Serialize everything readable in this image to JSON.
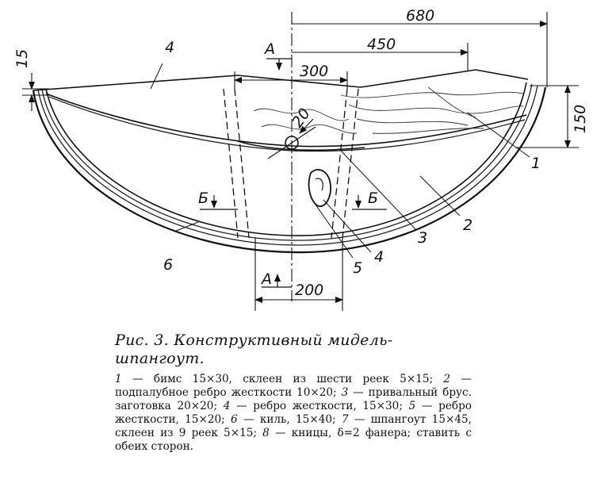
{
  "dimensions": {
    "d680": "680",
    "d450": "450",
    "d300": "300",
    "d200": "200",
    "d150": "150",
    "d15": "15",
    "d20": "20"
  },
  "sections": {
    "a_top": "А",
    "a_bottom": "А",
    "b_left": "Б",
    "b_right": "Б"
  },
  "part_labels": {
    "p1": "1",
    "p2": "2",
    "p3": "3",
    "p4_top": "4",
    "p4_bottom": "4",
    "p5": "5",
    "p6": "6"
  },
  "caption": {
    "title": "Рис. 3. Конструктивный мидель-шпангоут.",
    "legend": [
      {
        "num": "1",
        "text": " — бимс 15×30, склеен из шести реек 5×15; "
      },
      {
        "num": "2",
        "text": " — подпалубное ребро жесткости 10×20; "
      },
      {
        "num": "3",
        "text": " — привальный брус. заготовка 20×20; "
      },
      {
        "num": "4",
        "text": " — ребро жесткости, 15×30; "
      },
      {
        "num": "5",
        "text": " — ребро жесткости, 15×20; "
      },
      {
        "num": "6",
        "text": " — киль, 15×40; "
      },
      {
        "num": "7",
        "text": " — шпангоут 15×45, склеен из 9 реек 5×15; "
      },
      {
        "num": "8",
        "text": " — кницы, δ=2 фанера; ставить с обеих сторон."
      }
    ]
  }
}
